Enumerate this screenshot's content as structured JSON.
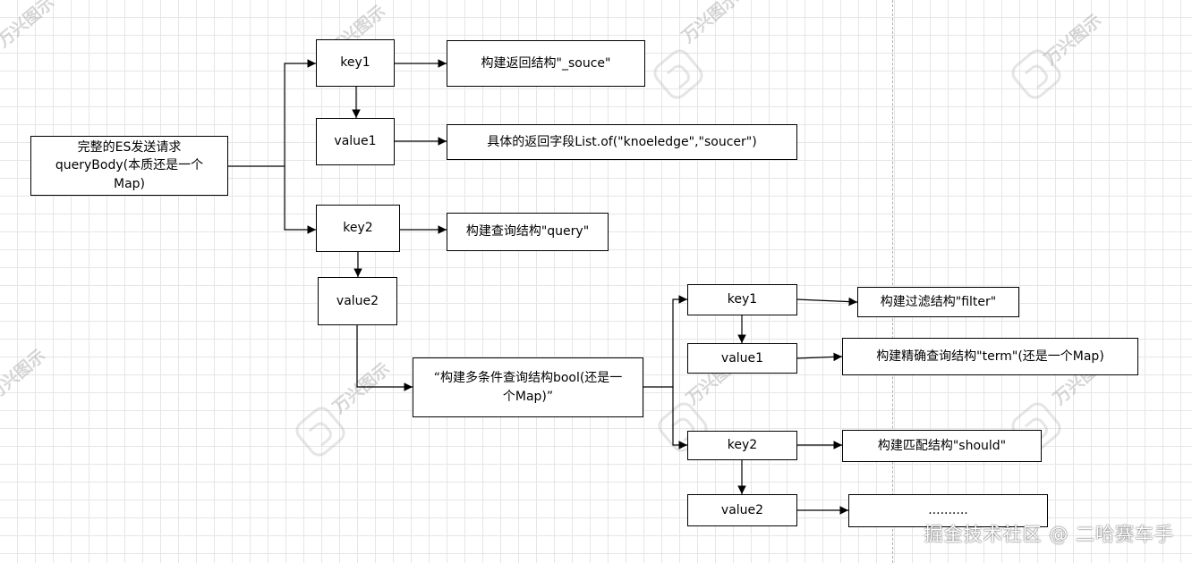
{
  "nodes": {
    "root": {
      "lines": [
        "完整的ES发送请求",
        "queryBody(本质还是一个",
        "Map)"
      ]
    },
    "key1": {
      "lines": [
        "key1"
      ]
    },
    "value1": {
      "lines": [
        "value1"
      ]
    },
    "key2": {
      "lines": [
        "key2"
      ]
    },
    "value2": {
      "lines": [
        "value2"
      ]
    },
    "source_struct": {
      "lines": [
        "构建返回结构\"_souce\""
      ]
    },
    "fields_list": {
      "lines": [
        "具体的返回字段List.of(\"knoeledge\",\"soucer\")"
      ]
    },
    "query_struct": {
      "lines": [
        "构建查询结构\"query\""
      ]
    },
    "bool_struct": {
      "lines": [
        "“构建多条件查询结构bool(还是一",
        "个Map)”"
      ]
    },
    "sub_key1": {
      "lines": [
        "key1"
      ]
    },
    "sub_value1": {
      "lines": [
        "value1"
      ]
    },
    "sub_key2": {
      "lines": [
        "key2"
      ]
    },
    "sub_value2": {
      "lines": [
        "value2"
      ]
    },
    "filter_struct": {
      "lines": [
        "构建过滤结构\"filter\""
      ]
    },
    "term_struct": {
      "lines": [
        "构建精确查询结构\"term\"(还是一个Map)"
      ]
    },
    "should_struct": {
      "lines": [
        "构建匹配结构\"should\""
      ]
    },
    "ellipsis": {
      "lines": [
        ".........."
      ]
    }
  },
  "watermark": {
    "tile_text": "万兴图示",
    "footer": "掘金技术社区 @ 二哈赛车手"
  },
  "colors": {
    "grid": "#e6e6e6",
    "border": "#000000",
    "edge": "#000000",
    "background": "#ffffff"
  }
}
